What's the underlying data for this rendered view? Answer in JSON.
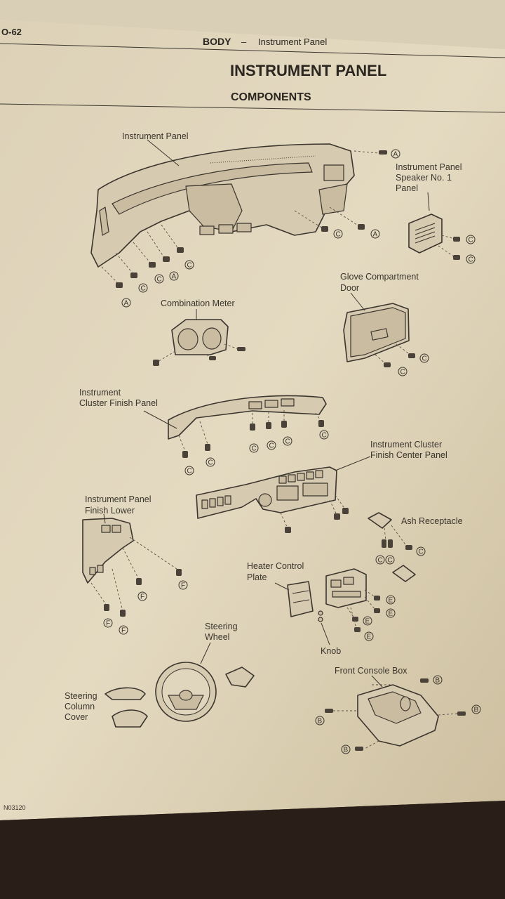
{
  "header": {
    "page_number": "O-62",
    "section": "BODY",
    "dash": "–",
    "subsection": "Instrument Panel"
  },
  "title": "INSTRUMENT PANEL",
  "subtitle": "COMPONENTS",
  "labels": {
    "instrument_panel": "Instrument Panel",
    "speaker_panel": [
      "Instrument Panel",
      "Speaker No. 1",
      "Panel"
    ],
    "glove_door": [
      "Glove Compartment",
      "Door"
    ],
    "combination_meter": "Combination Meter",
    "cluster_finish": [
      "Instrument",
      "Cluster Finish Panel"
    ],
    "cluster_center": [
      "Instrument Cluster",
      "Finish Center Panel"
    ],
    "finish_lower": [
      "Instrument Panel",
      "Finish Lower"
    ],
    "ash_receptacle": "Ash Receptacle",
    "heater_plate": [
      "Heater Control",
      "Plate"
    ],
    "knob": "Knob",
    "steering_wheel": [
      "Steering",
      "Wheel"
    ],
    "column_cover": [
      "Steering",
      "Column",
      "Cover"
    ],
    "console_box": "Front Console Box"
  },
  "fastener_letters": {
    "a": "A",
    "b": "B",
    "c": "C",
    "e": "E",
    "f": "F"
  },
  "figure_code": "N03120",
  "colors": {
    "paper": "#e6dcc3",
    "paper_shadow": "#cfc3a6",
    "ink": "#2f2a24",
    "background": "#2a201a"
  }
}
